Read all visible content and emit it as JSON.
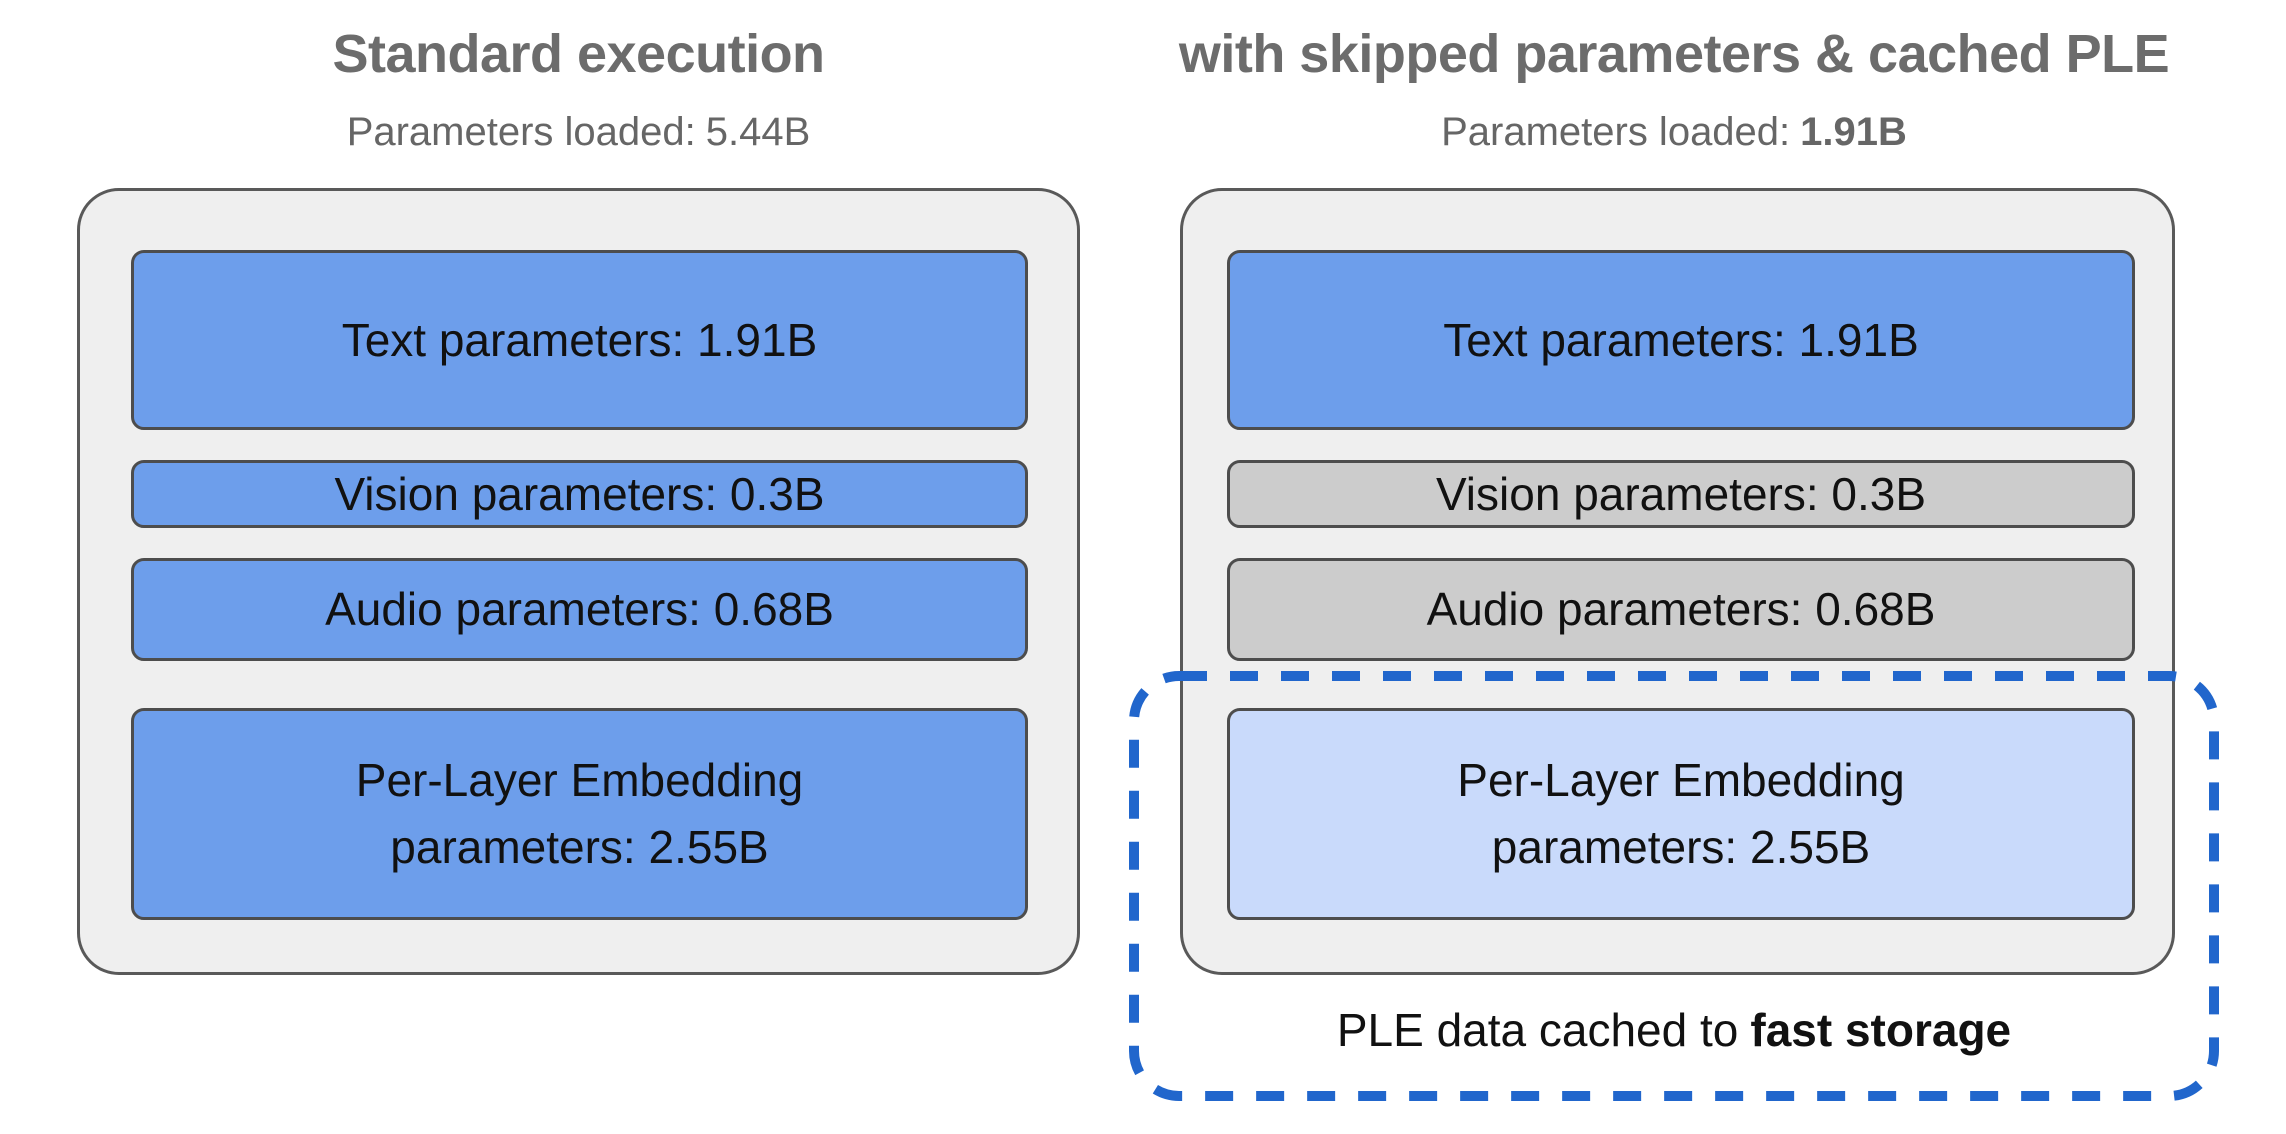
{
  "colors": {
    "active_blue": "#6d9eeb",
    "cached_light_blue": "#c9dafb",
    "skipped_gray": "#cccccc",
    "container_bg": "#efefef",
    "container_border": "#595959",
    "box_border": "#4d4d4d",
    "dashed_blue": "#2166cc",
    "heading_gray": "#6c6c6c",
    "subheading_gray": "#666666"
  },
  "left": {
    "title": "Standard execution",
    "subtitle_label": "Parameters loaded:",
    "subtitle_value": "5.44B",
    "boxes": [
      {
        "label": "Text parameters: 1.91B"
      },
      {
        "label": "Vision parameters: 0.3B"
      },
      {
        "label": "Audio parameters: 0.68B"
      },
      {
        "label": "Per-Layer Embedding\nparameters: 2.55B"
      }
    ]
  },
  "right": {
    "title": "with skipped parameters & cached PLE",
    "subtitle_label": "Parameters loaded:",
    "subtitle_value": "1.91B",
    "boxes": [
      {
        "label": "Text parameters: 1.91B"
      },
      {
        "label": "Vision parameters: 0.3B"
      },
      {
        "label": "Audio parameters: 0.68B"
      },
      {
        "label": "Per-Layer Embedding\nparameters: 2.55B"
      }
    ],
    "caption_prefix": "PLE data cached to",
    "caption_bold": "fast storage"
  }
}
